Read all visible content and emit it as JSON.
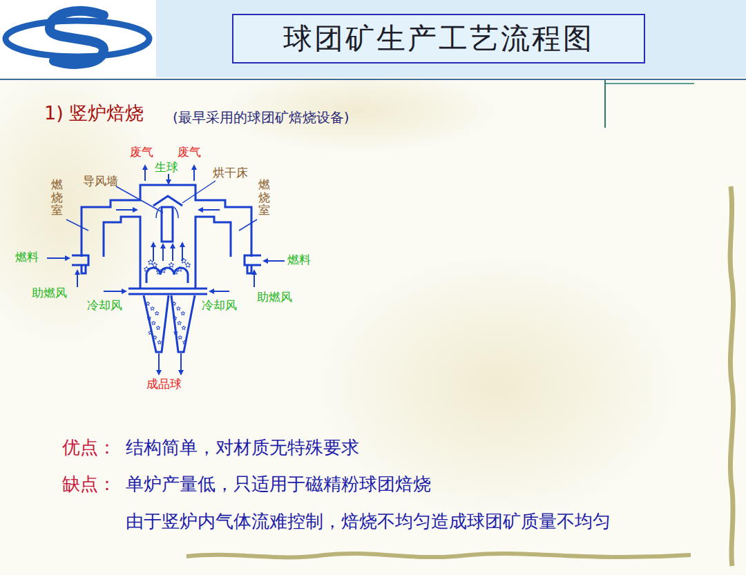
{
  "diagram": {
    "title": "球团矿生产工艺流程图",
    "labels": [
      "1) 竖炉焙烧",
      "(最早采用的球团矿焙烧设备)",
      "废气",
      "废气",
      "生球",
      "导风墙",
      "烘干床",
      "燃烧室",
      "燃烧室",
      "燃料",
      "燃料",
      "助燃风",
      "助燃风",
      "冷却风",
      "冷却风",
      "成品球",
      "优点：",
      "结构简单，对材质无特殊要求",
      "缺点：",
      "单炉产量低，只适用于磁精粉球团焙烧",
      "由于竖炉内气体流难控制，焙烧不均匀造成球团矿质量不均匀"
    ]
  }
}
